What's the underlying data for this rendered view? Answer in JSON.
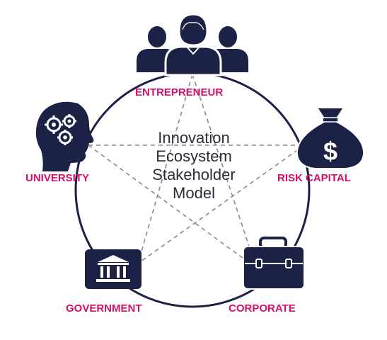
{
  "title": {
    "lines": [
      "Innovation",
      "Ecosystem",
      "Stakeholder",
      "Model"
    ]
  },
  "stakeholders": {
    "entrepreneur": "ENTREPRENEUR",
    "risk_capital": "RISK CAPITAL",
    "corporate": "CORPORATE",
    "government": "GOVERNMENT",
    "university": "UNIVERSITY"
  },
  "icons": {
    "entrepreneur": "people-group-icon",
    "risk_capital": "money-bag-icon",
    "corporate": "briefcase-icon",
    "government": "government-building-icon",
    "university": "head-gears-icon"
  },
  "colors": {
    "primary": "#1c2146",
    "accent": "#d4106a",
    "connector": "#8a8a8a",
    "text": "#2b2d3a"
  }
}
